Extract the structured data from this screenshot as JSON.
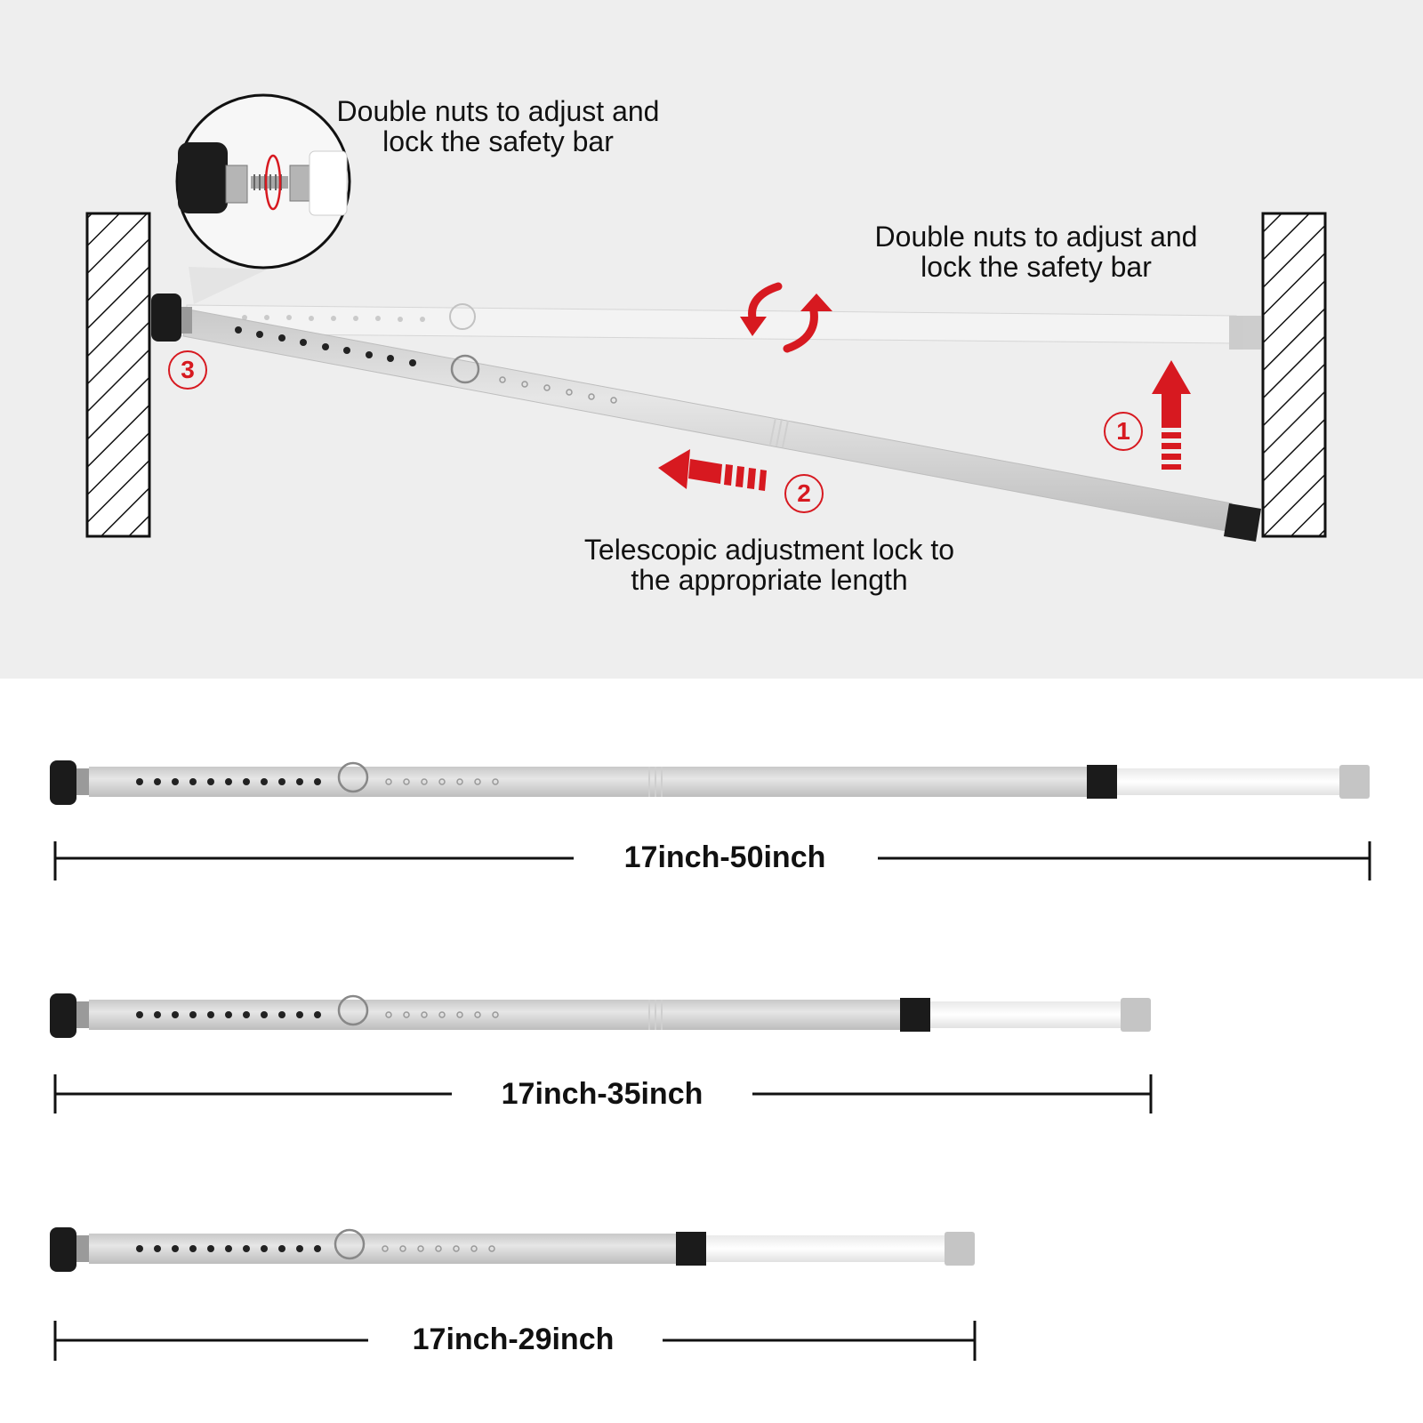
{
  "colors": {
    "panel_bg": "#eeeeee",
    "accent_red": "#d71920",
    "bar_grey": "#d9d9d9",
    "cap_black": "#222222"
  },
  "callouts": {
    "zoom_caption": "Double nuts to adjust and\nlock the safety bar",
    "right_caption": "Double nuts to adjust and\nlock the safety bar",
    "bottom_caption": "Telescopic adjustment lock to\nthe appropriate length"
  },
  "steps": [
    "1",
    "2",
    "3"
  ],
  "sizes": [
    {
      "label": "17inch-50inch"
    },
    {
      "label": "17inch-35inch"
    },
    {
      "label": "17inch-29inch"
    }
  ],
  "icons": [
    "rotate-arrows-icon",
    "arrow-up-icon",
    "arrow-left-icon",
    "magnifier-circle"
  ]
}
